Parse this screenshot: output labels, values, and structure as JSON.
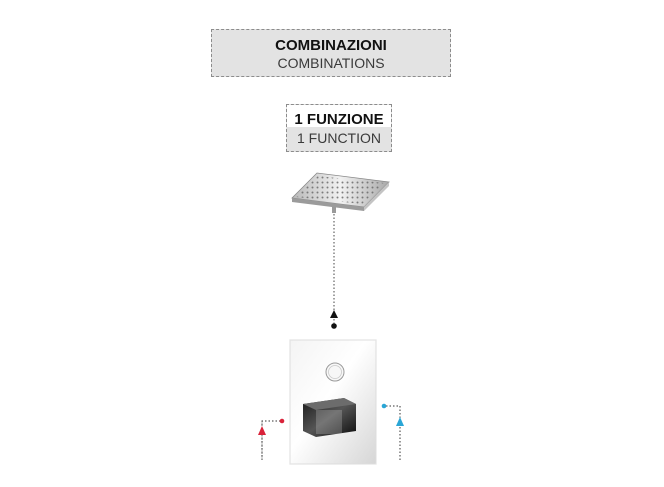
{
  "header": {
    "title_it": "COMBINAZIONI",
    "title_en": "COMBINATIONS"
  },
  "function_label": {
    "title_it": "1 FUNZIONE",
    "title_en": "1 FUNCTION"
  },
  "product": {
    "components": [
      "square-shower-head-icon",
      "thermostatic-mixer-plate-icon"
    ],
    "connection": "dotted-line",
    "hot_indicator_color": "#d9233a",
    "cold_indicator_color": "#2aa6d6"
  }
}
